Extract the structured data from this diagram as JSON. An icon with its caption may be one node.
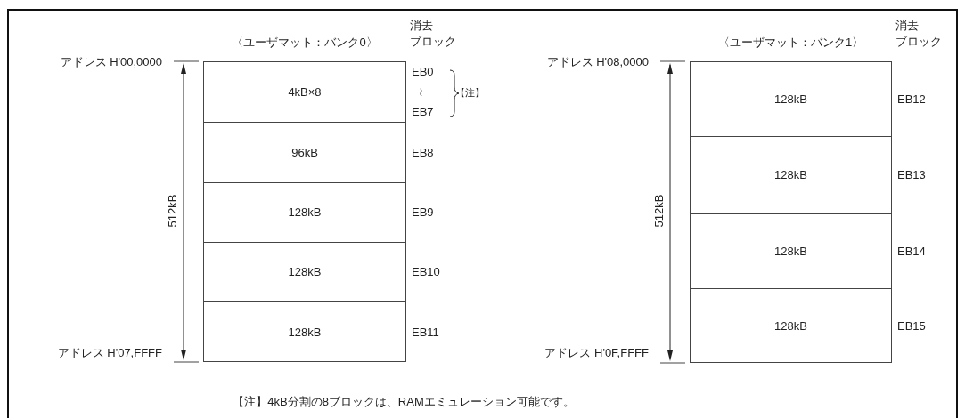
{
  "diagram": {
    "nodes": [
      {
        "text": [
          "〈ユーザマット：バンク0〉"
        ]
      },
      {
        "text": [
          "4kB×8"
        ],
        "in": 0,
        "beside": [
          "EB0",
          "≀",
          "EB7"
        ]
      },
      {
        "text": [
          "96kB"
        ],
        "in": 0,
        "beside": [
          "EB8"
        ]
      },
      {
        "text": [
          "128kB"
        ],
        "in": 0,
        "beside": [
          "EB9"
        ]
      },
      {
        "text": [
          "128kB"
        ],
        "in": 0,
        "beside": [
          "EB10"
        ]
      },
      {
        "text": [
          "128kB"
        ],
        "in": 0,
        "beside": [
          "EB11"
        ]
      },
      {
        "text": [
          "〈ユーザマット：バンク1〉"
        ]
      },
      {
        "text": [
          "128kB"
        ],
        "in": 6,
        "beside": [
          "EB12"
        ]
      },
      {
        "text": [
          "128kB"
        ],
        "in": 6,
        "beside": [
          "EB13"
        ]
      },
      {
        "text": [
          "128kB"
        ],
        "in": 6,
        "beside": [
          "EB14"
        ]
      },
      {
        "text": [
          "128kB"
        ],
        "in": 6,
        "beside": [
          "EB15"
        ]
      }
    ],
    "labels": [
      "消去ブロック",
      "アドレス H'00,0000",
      "【注】",
      "512kB",
      "アドレス H'07,FFFF",
      "消去ブロック",
      "アドレス H'08,0000",
      "512kB",
      "アドレス H'0F,FFFF"
    ],
    "caption": "【注】4kB分割の8ブロックは、RAMエミュレーション可能です。"
  }
}
